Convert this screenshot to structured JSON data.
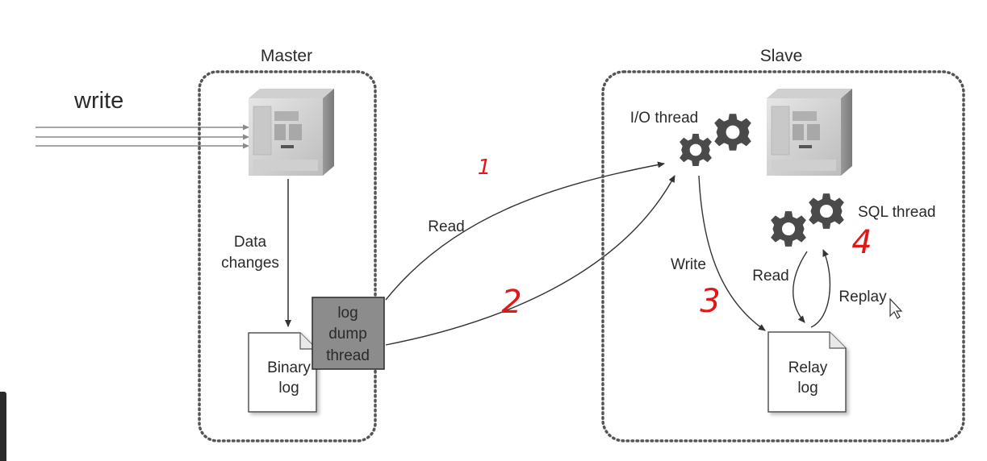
{
  "write_label": "write",
  "master": {
    "title": "Master",
    "data_changes_line1": "Data",
    "data_changes_line2": "changes",
    "binary_log_line1": "Binary",
    "binary_log_line2": "log",
    "dump_thread_line1": "log",
    "dump_thread_line2": "dump",
    "dump_thread_line3": "thread"
  },
  "slave": {
    "title": "Slave",
    "io_thread": "I/O thread",
    "sql_thread": "SQL thread",
    "relay_log_line1": "Relay",
    "relay_log_line2": "log",
    "write_label": "Write",
    "read_label": "Read",
    "replay_label": "Replay"
  },
  "read_label": "Read",
  "annotations": [
    "1",
    "2",
    "3",
    "4"
  ],
  "colors": {
    "annotation": "#e01818",
    "dump_thread_fill": "#8c8c8c",
    "gear": "#4a4a4a",
    "box_border": "#555555"
  }
}
